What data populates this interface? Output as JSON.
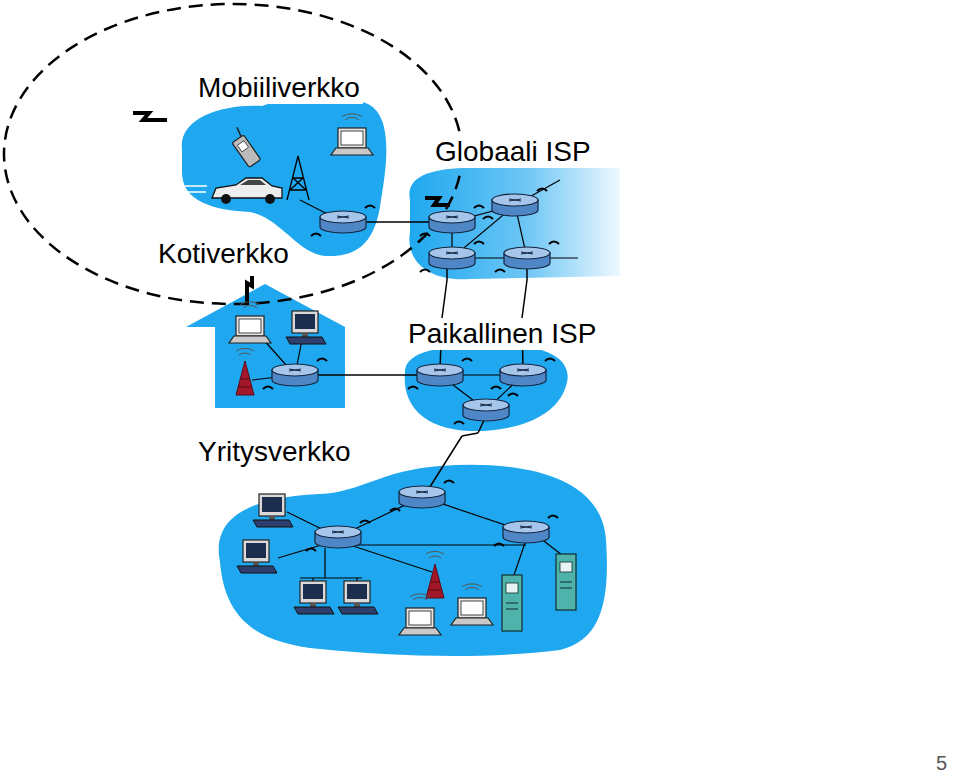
{
  "diagram": {
    "nodes": [
      {
        "text": [
          "Mobiiliverkko"
        ]
      },
      {
        "text": [
          "Globaali ISP"
        ]
      },
      {
        "text": [
          "Kotiverkko"
        ]
      },
      {
        "text": [
          "Paikallinen ISP"
        ]
      },
      {
        "text": [
          "Yritysverkko"
        ]
      }
    ],
    "edges": [
      {
        "from": 0,
        "to": 1,
        "arrow": "none"
      },
      {
        "from": 1,
        "to": 3,
        "arrow": "none"
      },
      {
        "from": 1,
        "to": 3,
        "arrow": "none"
      },
      {
        "from": 2,
        "to": 3,
        "arrow": "none"
      },
      {
        "from": 3,
        "to": 4,
        "arrow": "none"
      }
    ],
    "labels": [
      "5"
    ]
  }
}
